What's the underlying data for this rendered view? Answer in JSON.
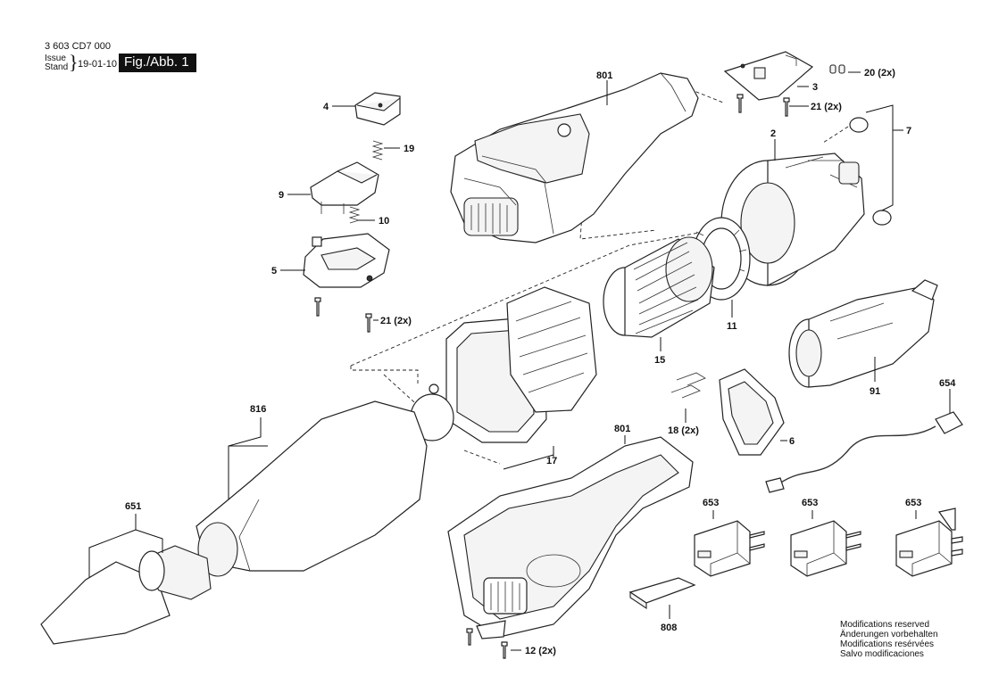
{
  "header": {
    "doc_number": "3 603 CD7 000",
    "issue_label": "Issue",
    "stand_label": "Stand",
    "brace": "}",
    "date": "19-01-10",
    "figure": "Fig./Abb. 1"
  },
  "labels": {
    "p801_top": "801",
    "p3": "3",
    "p20": "20 (2x)",
    "p4": "4",
    "p21_top": "21 (2x)",
    "p2": "2",
    "p7": "7",
    "p19": "19",
    "p9": "9",
    "p10": "10",
    "p5": "5",
    "p21_left": "21 (2x)",
    "p11": "11",
    "p15": "15",
    "p91": "91",
    "p654": "654",
    "p816": "816",
    "p801_bottom": "801",
    "p18": "18 (2x)",
    "p6": "6",
    "p17": "17",
    "p651": "651",
    "p653_a": "653",
    "p653_b": "653",
    "p653_c": "653",
    "p808": "808",
    "p12": "12 (2x)"
  },
  "modifications": [
    "Modifications reserved",
    "Änderungen vorbehalten",
    "Modifications resérvées",
    "Salvo modificaciones"
  ]
}
